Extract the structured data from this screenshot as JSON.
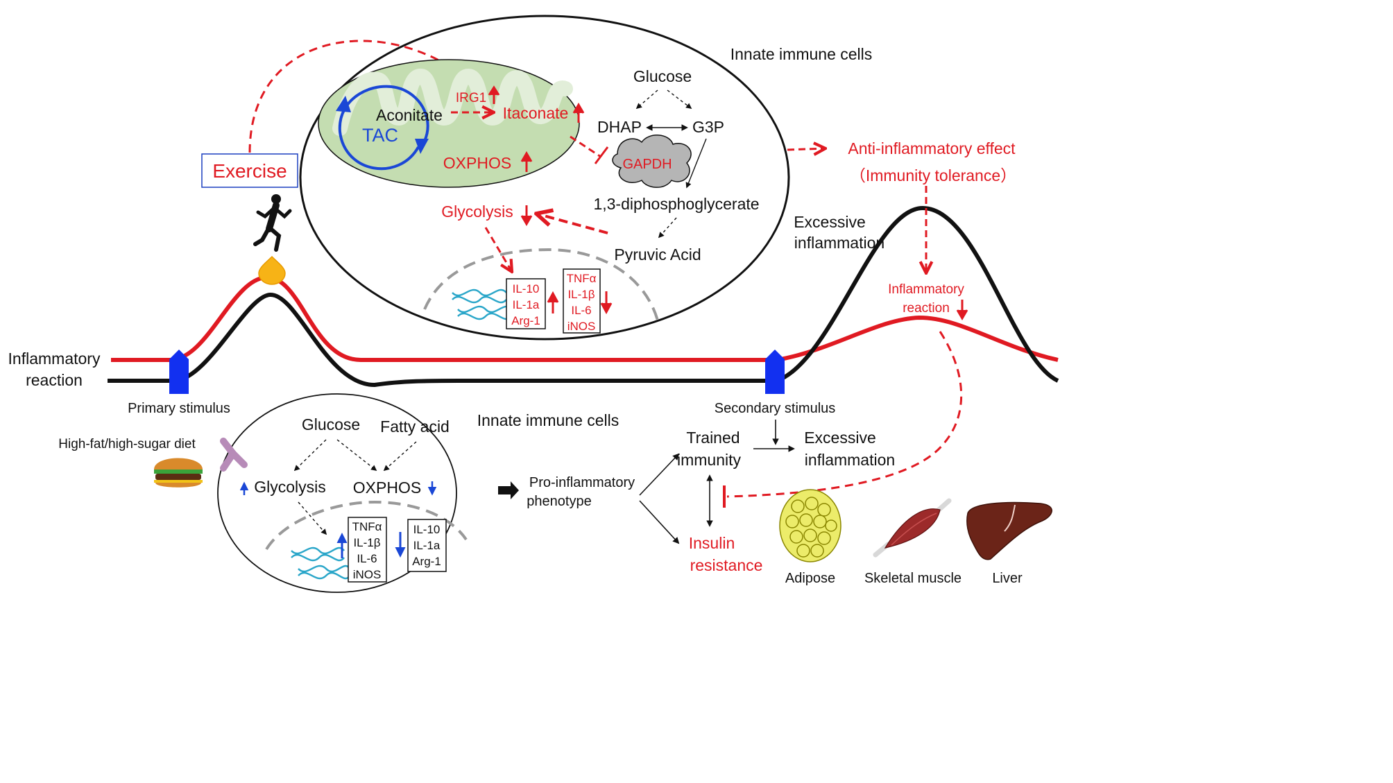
{
  "labels": {
    "exercise": "Exercise",
    "innate_top": "Innate immune cells",
    "innate_bottom": "Innate immune cells",
    "anti_inflammatory": "Anti-inflammatory effect",
    "immunity_tolerance": "（Immunity tolerance）",
    "excessive_inflammation_peak": [
      "Excessive",
      "inflammation"
    ],
    "inflammatory_reaction_red": [
      "Inflammatory",
      "reaction"
    ],
    "inflammatory_reaction_axis": [
      "Inflammatory",
      "reaction"
    ],
    "primary_stimulus": "Primary stimulus",
    "secondary_stimulus": "Secondary stimulus",
    "diet": "High-fat/high-sugar diet",
    "pro_inflammatory": [
      "Pro-inflammatory",
      "phenotype"
    ],
    "trained_immunity": [
      "Trained",
      "immunity"
    ],
    "excessive_inflammation_flow": [
      "Excessive",
      "inflammation"
    ],
    "insulin_resistance": [
      "Insulin",
      "resistance"
    ],
    "adipose": "Adipose",
    "skeletal_muscle": "Skeletal muscle",
    "liver": "Liver"
  },
  "top_cell": {
    "tac": "TAC",
    "aconitate": "Aconitate",
    "irg1": "IRG1",
    "itaconate": "Itaconate",
    "oxphos": "OXPHOS",
    "glucose": "Glucose",
    "dhap": "DHAP",
    "g3p": "G3P",
    "gapdh": "GAPDH",
    "diphosphoglycerate": "1,3-diphosphoglycerate",
    "glycolysis": "Glycolysis",
    "pyruvic_acid": "Pyruvic Acid",
    "up_box": [
      "IL-10",
      "IL-1a",
      "Arg-1"
    ],
    "down_box": [
      "TNFα",
      "IL-1β",
      "IL-6",
      "iNOS"
    ]
  },
  "bottom_cell": {
    "glucose": "Glucose",
    "fatty_acid": "Fatty acid",
    "glycolysis": "Glycolysis",
    "oxphos": "OXPHOS",
    "up_box": [
      "TNFα",
      "IL-1β",
      "IL-6",
      "iNOS"
    ],
    "down_box": [
      "IL-10",
      "IL-1a",
      "Arg-1"
    ]
  },
  "colors": {
    "red": "#e01a22",
    "black": "#111111",
    "blue_stimulus": "#1230f0",
    "blue_arrow": "#1a47d6",
    "mitochondria_fill": "#c4ddb1",
    "gapdh_fill": "#b5b5b5"
  }
}
